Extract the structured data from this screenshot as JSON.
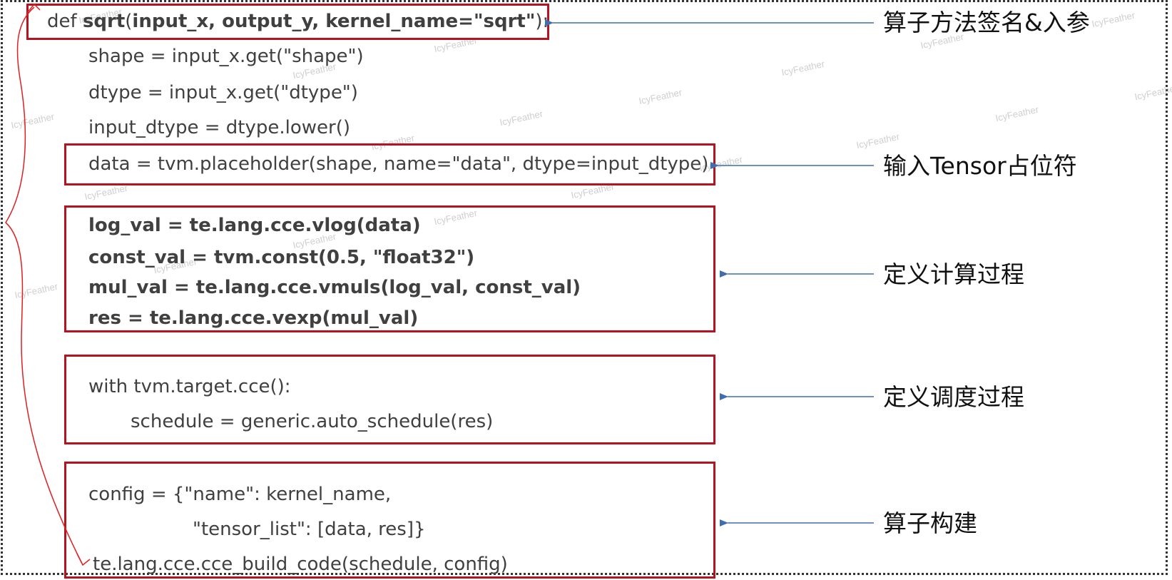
{
  "code": {
    "line1": {
      "prefix": "def ",
      "fn": "sqrt",
      "open": "(",
      "params": "input_x, output_y, kernel_name=\"sqrt\"",
      "close": "):"
    },
    "line2": "shape = input_x.get(\"shape\")",
    "line3": "dtype = input_x.get(\"dtype\")",
    "line4": "input_dtype = dtype.lower()",
    "line5": "data = tvm.placeholder(shape, name=\"data\", dtype=input_dtype)",
    "compute": [
      "log_val = te.lang.cce.vlog(data)",
      "const_val = tvm.const(0.5, \"float32\")",
      "mul_val = te.lang.cce.vmuls(log_val, const_val)",
      "res = te.lang.cce.vexp(mul_val)"
    ],
    "schedule": [
      "with tvm.target.cce():",
      "schedule = generic.auto_schedule(res)"
    ],
    "build": [
      "config = {\"name\": kernel_name,",
      "\"tensor_list\": [data, res]}",
      "te.lang.cce.cce_build_code(schedule, config)"
    ]
  },
  "annotations": {
    "signature": "算子方法签名&入参",
    "placeholder": "输入Tensor占位符",
    "compute": "定义计算过程",
    "schedule": "定义调度过程",
    "build": "算子构建"
  },
  "watermark": "IcyFeather",
  "colors": {
    "box_border": "#b4131f",
    "arrow": "#3f6eb0",
    "brace": "#e02020",
    "code_text": "#404040"
  }
}
